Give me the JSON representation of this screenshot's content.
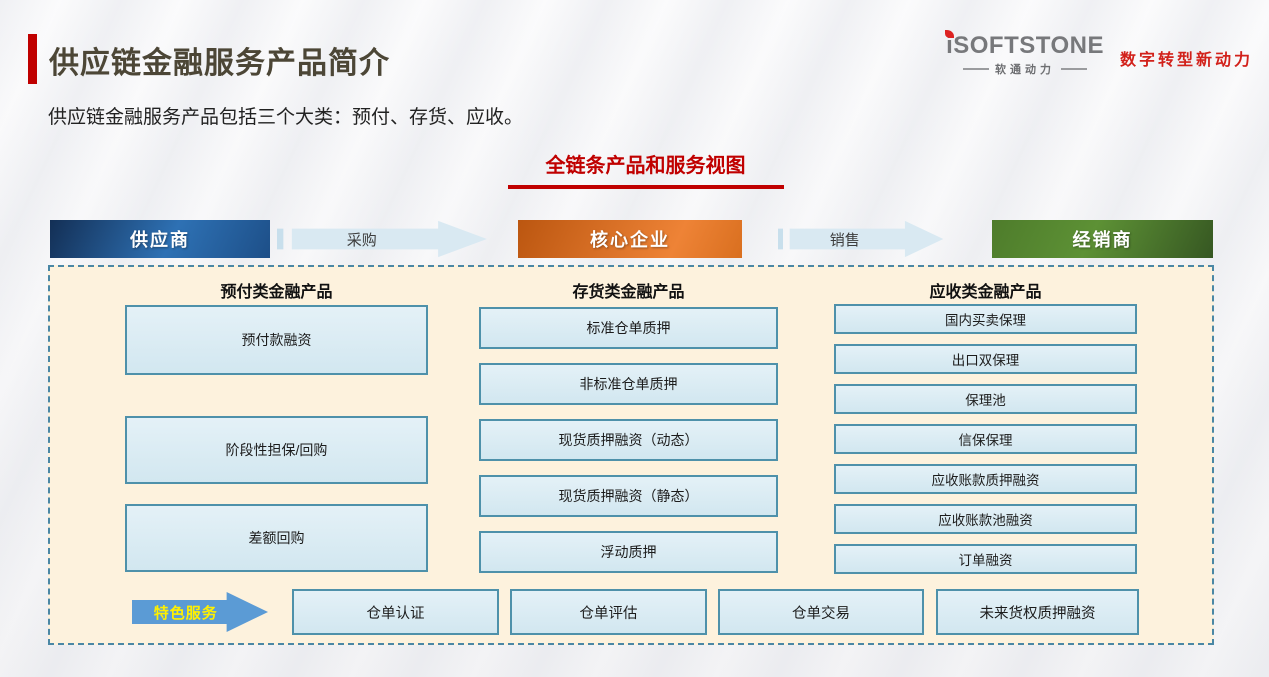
{
  "slide": {
    "title": "供应链金融服务产品简介",
    "subtitle": "供应链金融服务产品包括三个大类：预付、存货、应收。",
    "section_heading": "全链条产品和服务视图"
  },
  "logo": {
    "brand": "iSOFTSTONE",
    "brand_cn": "软通动力",
    "tagline": "数字转型新动力"
  },
  "flow": {
    "nodes": [
      {
        "label": "供应商"
      },
      {
        "label": "核心企业"
      },
      {
        "label": "经销商"
      }
    ],
    "arrows": [
      {
        "label": "采购"
      },
      {
        "label": "销售"
      }
    ]
  },
  "panel": {
    "columns": [
      {
        "header": "预付类金融产品",
        "items": [
          "预付款融资",
          "阶段性担保/回购",
          "差额回购"
        ]
      },
      {
        "header": "存货类金融产品",
        "items": [
          "标准仓单质押",
          "非标准仓单质押",
          "现货质押融资（动态）",
          "现货质押融资（静态）",
          "浮动质押"
        ]
      },
      {
        "header": "应收类金融产品",
        "items": [
          "国内买卖保理",
          "出口双保理",
          "保理池",
          "信保保理",
          "应收账款质押融资",
          "应收账款池融资",
          "订单融资"
        ]
      }
    ],
    "special": {
      "label": "特色服务",
      "items": [
        "仓单认证",
        "仓单评估",
        "仓单交易",
        "未来货权质押融资"
      ]
    }
  },
  "colors": {
    "accent_red": "#c00000",
    "title_text": "#4c4636",
    "supplier_blue": "#2e71b4",
    "core_orange": "#ee8336",
    "dealer_green": "#5d9135",
    "flow_arrow_fill": "#d9e9f2",
    "special_arrow_blue": "#5b9bd5",
    "special_arrow_text": "#fff000",
    "box_fill": "#daecf3",
    "box_border": "#4e91aa",
    "panel_bg": "#fdf2dd",
    "panel_border": "#4a87a5"
  }
}
